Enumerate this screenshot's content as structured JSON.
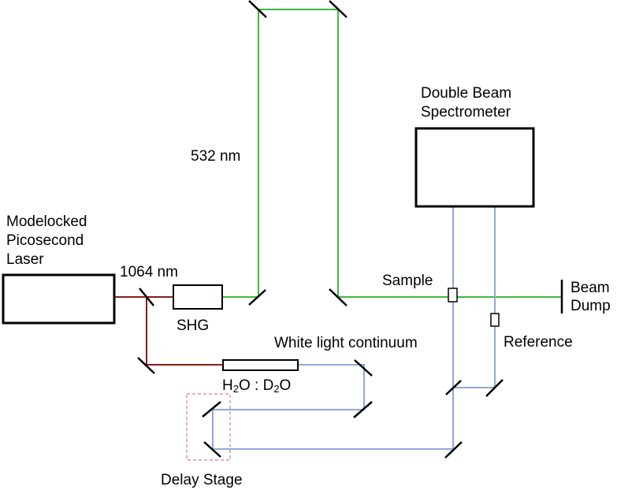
{
  "labels": {
    "laser_line1": "Modelocked",
    "laser_line2": "Picosecond",
    "laser_line3": "Laser",
    "wavelength_ir": "1064 nm",
    "wavelength_green": "532 nm",
    "shg": "SHG",
    "spectrometer_line1": "Double Beam",
    "spectrometer_line2": "Spectrometer",
    "sample": "Sample",
    "reference": "Reference",
    "beam_dump_line1": "Beam",
    "beam_dump_line2": "Dump",
    "white_light": "White light continuum",
    "h2o_prefix": "H",
    "h2o_sub": "2",
    "h2o_mid": "O : D",
    "d2o_sub": "2",
    "d2o_suffix": "O",
    "delay_stage": "Delay Stage"
  },
  "colors": {
    "ir_beam": "#8b1a1a",
    "green_beam": "#3dba3d",
    "probe_beam": "#8fa9d4",
    "delay_stage_outline": "#e47a7a"
  }
}
